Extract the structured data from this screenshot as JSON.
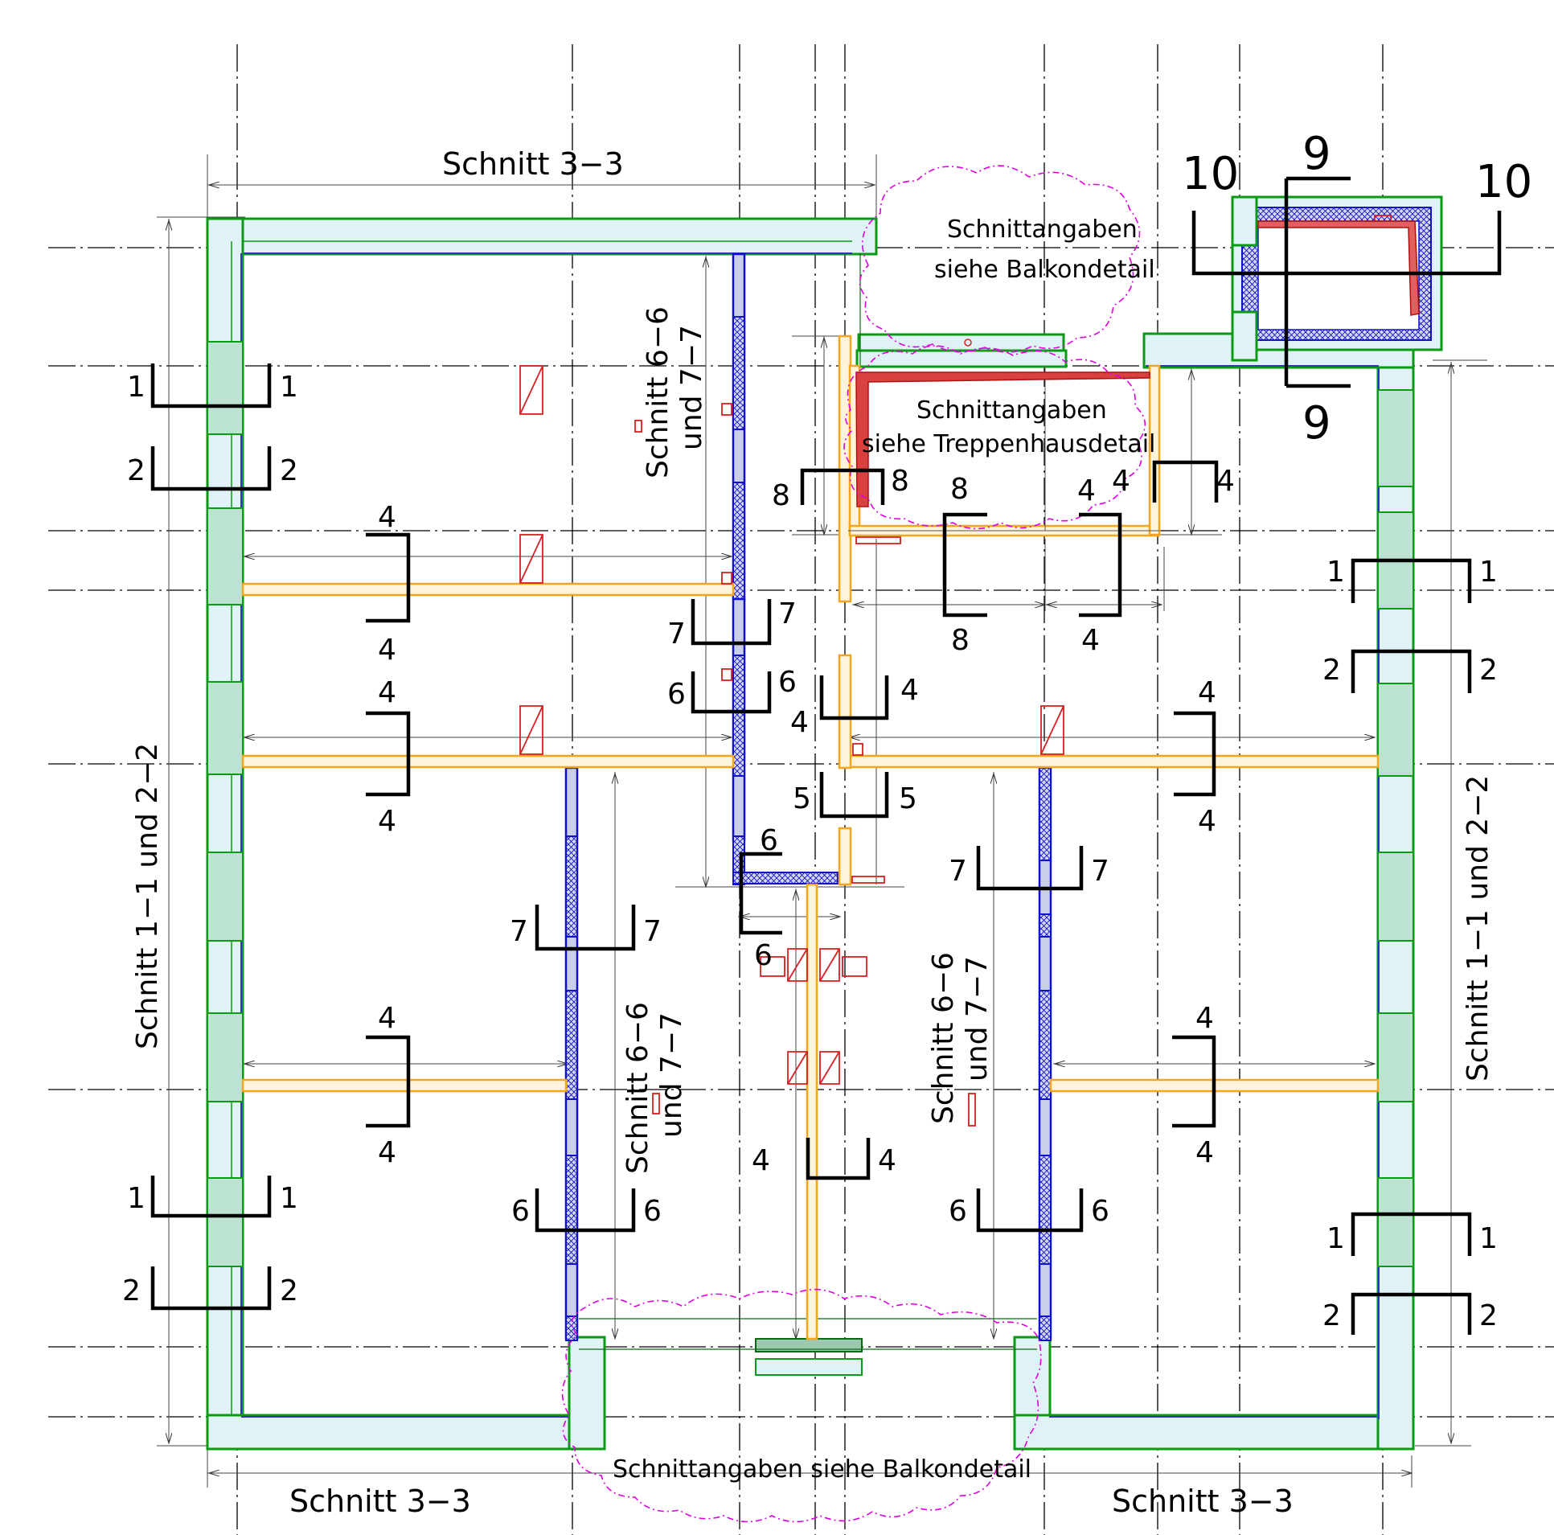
{
  "labels": {
    "schnitt_33": "Schnitt  3−3",
    "schnitt_66": "Schnitt  6−6",
    "und_77": "und  7−7",
    "schnitt_11": "Schnitt  1−1 und  2−2",
    "note_balkon_1": "Schnittangaben",
    "note_balkon_2": "siehe Balkondetail",
    "note_treppe_1": "Schnittangaben",
    "note_treppe_2": "siehe Treppenhausdetail",
    "note_balkon_bottom": "Schnittangaben siehe Balkondetail"
  },
  "marks": {
    "m1": "1",
    "m2": "2",
    "m4": "4",
    "m5": "5",
    "m6": "6",
    "m7": "7",
    "m8": "8",
    "m9": "9",
    "m10": "10"
  },
  "colors": {
    "exterior_wall": "#0a9a14",
    "interior_wall": "#1010cc",
    "light_wall": "#f3a51e",
    "opening": "#d62020",
    "revision_cloud": "#e000e0"
  }
}
